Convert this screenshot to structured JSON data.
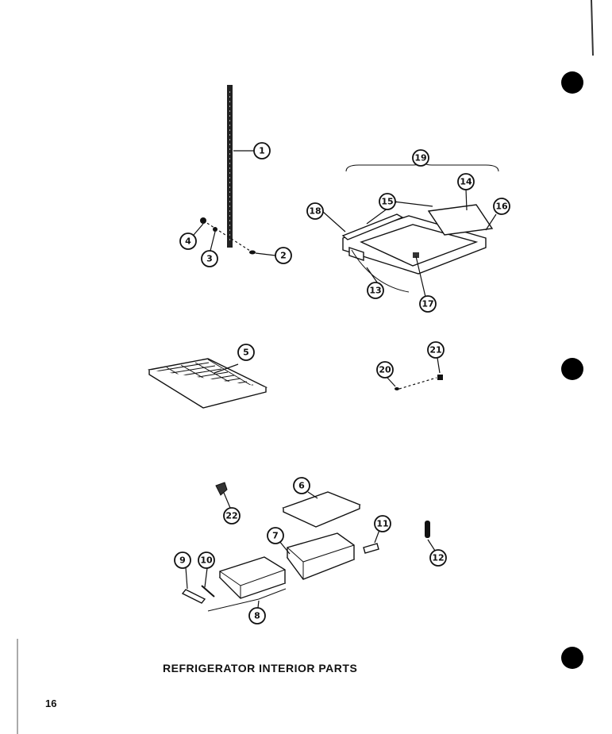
{
  "title": "REFRIGERATOR INTERIOR PARTS",
  "page_number": "16",
  "callouts": [
    {
      "id": "c1",
      "label": "1"
    },
    {
      "id": "c2",
      "label": "2"
    },
    {
      "id": "c3",
      "label": "3"
    },
    {
      "id": "c4",
      "label": "4"
    },
    {
      "id": "c5",
      "label": "5"
    },
    {
      "id": "c6",
      "label": "6"
    },
    {
      "id": "c7",
      "label": "7"
    },
    {
      "id": "c8",
      "label": "8"
    },
    {
      "id": "c9",
      "label": "9"
    },
    {
      "id": "c10",
      "label": "10"
    },
    {
      "id": "c11",
      "label": "11"
    },
    {
      "id": "c12",
      "label": "12"
    },
    {
      "id": "c13",
      "label": "13"
    },
    {
      "id": "c14",
      "label": "14"
    },
    {
      "id": "c15",
      "label": "15"
    },
    {
      "id": "c16",
      "label": "16"
    },
    {
      "id": "c17",
      "label": "17"
    },
    {
      "id": "c18",
      "label": "18"
    },
    {
      "id": "c19",
      "label": "19"
    },
    {
      "id": "c20",
      "label": "20"
    },
    {
      "id": "c21",
      "label": "21"
    },
    {
      "id": "c22",
      "label": "22"
    }
  ]
}
